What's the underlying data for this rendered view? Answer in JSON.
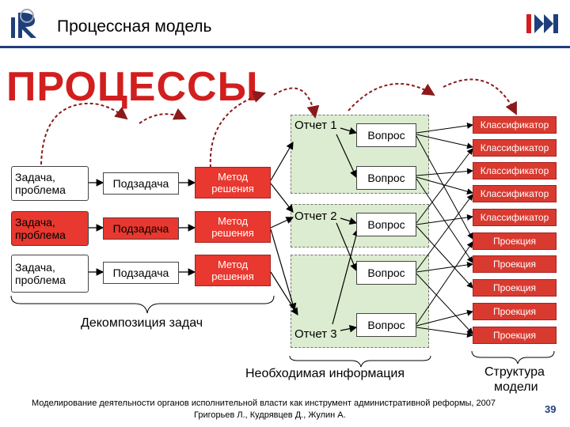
{
  "header": {
    "title": "Процессная модель"
  },
  "main": {
    "title": "ПРОЦЕССЫ"
  },
  "tasks": [
    {
      "task": "Задача, проблема",
      "subtask": "Подзадача",
      "method": "Метод решения"
    },
    {
      "task": "Задача, проблема",
      "subtask": "Подзадача",
      "method": "Метод решения"
    },
    {
      "task": "Задача, проблема",
      "subtask": "Подзадача",
      "method": "Метод решения"
    }
  ],
  "decomposition_label": "Декомпозиция задач",
  "reports": [
    "Отчет 1",
    "Отчет 2",
    "Отчет 3"
  ],
  "questions": [
    "Вопрос",
    "Вопрос",
    "Вопрос",
    "Вопрос",
    "Вопрос"
  ],
  "info_label": "Необходимая информация",
  "model_items": [
    "Классификатор",
    "Классификатор",
    "Классификатор",
    "Классификатор",
    "Классификатор",
    "Проекция",
    "Проекция",
    "Проекция",
    "Проекция",
    "Проекция"
  ],
  "model_label_line1": "Структура",
  "model_label_line2": "модели",
  "footer": {
    "line1": "Моделирование деятельности органов исполнительной власти как  инструмент административной реформы, 2007",
    "line2": "Григорьев Л., Кудрявцев Д., Жулин А.",
    "page": "39"
  },
  "colors": {
    "accent_red": "#d21e1e",
    "box_red": "#e8382f",
    "group_green": "#dcecd0",
    "navy": "#1f3f7a",
    "arrow_dark_red": "#8b1a1a"
  }
}
